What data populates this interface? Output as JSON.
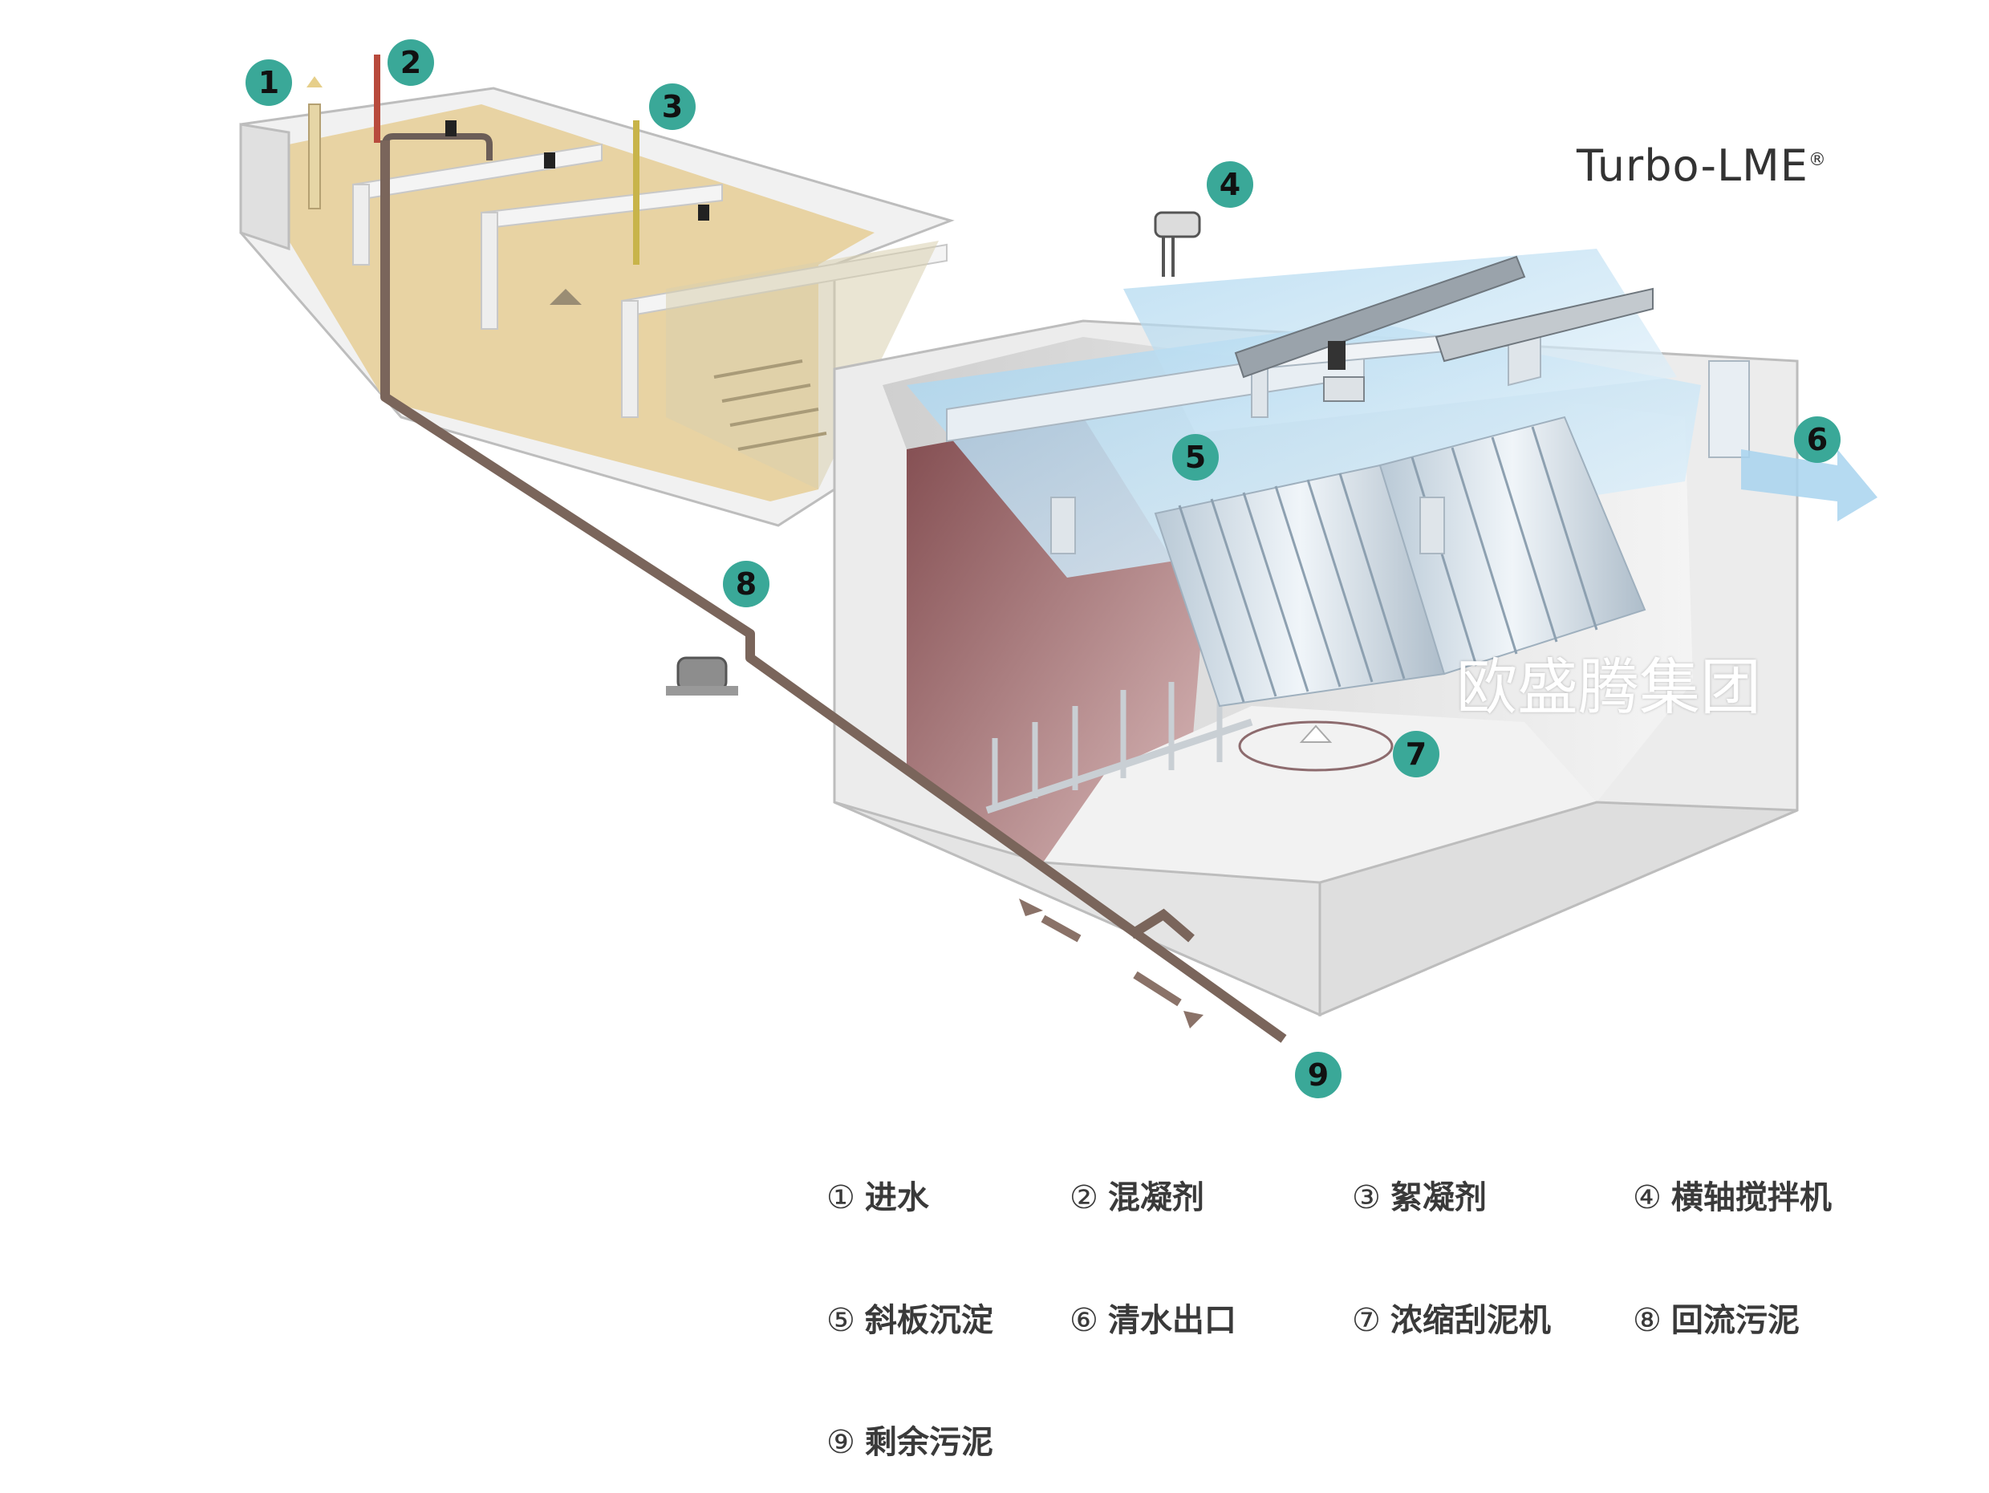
{
  "brand": {
    "name": "Turbo-LME",
    "mark": "®"
  },
  "watermark": "欧盛腾集团",
  "colors": {
    "badge": "#3aa898",
    "badge_text": "#111111",
    "concrete": "#e9e9e9",
    "concrete_edge": "#bdbdbd",
    "water_yellow": "#e8d3a3",
    "water_blue": "#bfe0f2",
    "sludge": "#7a3e42",
    "pipe": "#7a655b"
  },
  "badges": [
    "1",
    "2",
    "3",
    "4",
    "5",
    "6",
    "7",
    "8",
    "9"
  ],
  "legend": [
    {
      "num": "①",
      "label": "进水"
    },
    {
      "num": "②",
      "label": "混凝剂"
    },
    {
      "num": "③",
      "label": "絮凝剂"
    },
    {
      "num": "④",
      "label": "横轴搅拌机"
    },
    {
      "num": "⑤",
      "label": "斜板沉淀"
    },
    {
      "num": "⑥",
      "label": "清水出口"
    },
    {
      "num": "⑦",
      "label": "浓缩刮泥机"
    },
    {
      "num": "⑧",
      "label": "回流污泥"
    },
    {
      "num": "⑨",
      "label": "剩余污泥"
    }
  ]
}
